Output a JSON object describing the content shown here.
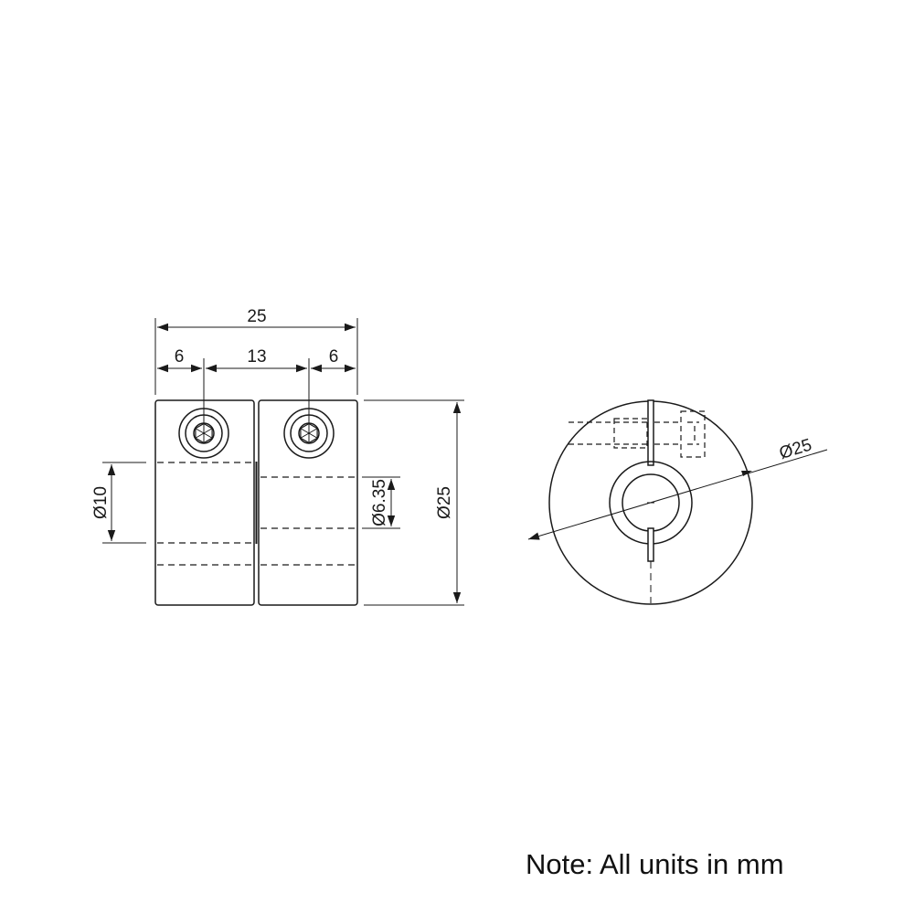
{
  "colors": {
    "line": "#1a1a1a",
    "background": "#ffffff"
  },
  "dimensions": {
    "overall_length": "25",
    "left_hub": "6",
    "center_span": "13",
    "right_hub": "6",
    "bore_left": "Ø10",
    "bore_right": "Ø6.35",
    "outer_diameter_side": "Ø25",
    "outer_diameter_end": "Ø25"
  },
  "note": "Note: All units in mm"
}
